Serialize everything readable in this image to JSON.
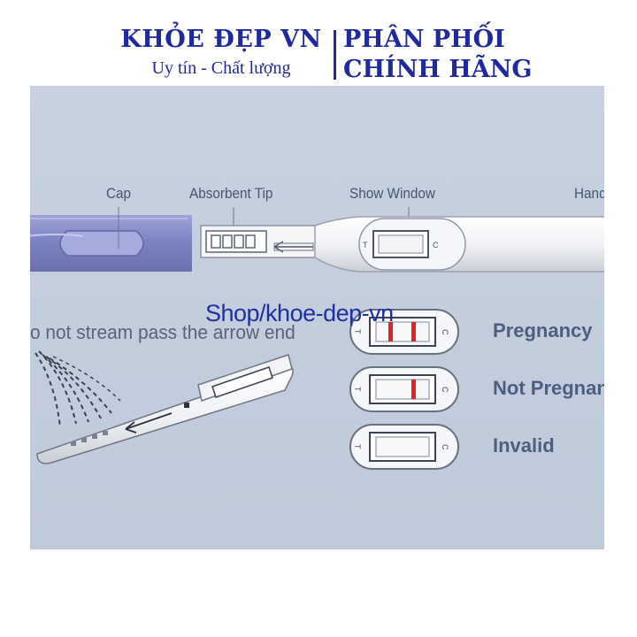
{
  "colors": {
    "brand": "#1e2a9e",
    "background": "#c3cedd",
    "cap": "#8288c2",
    "line_red": "#e02424",
    "label_text": "#46566e",
    "result_text": "#4c5f80",
    "watermark": "#1f2fa8"
  },
  "header": {
    "brand_name": "KHỎE ĐẸP VN",
    "tagline": "Uy tín - Chất lượng",
    "distribution_line1": "PHÂN PHỐI",
    "distribution_line2": "CHÍNH HÃNG"
  },
  "diagram": {
    "part_labels": {
      "cap": "Cap",
      "absorbent_tip": "Absorbent Tip",
      "show_window": "Show Window",
      "handle": "Hand"
    },
    "instruction": "o not stream pass the arrow end",
    "window_marks": {
      "test": "T",
      "control": "C"
    },
    "results": [
      {
        "label": "Pregnancy",
        "lines": [
          "T",
          "C"
        ]
      },
      {
        "label": "Not Pregnanc",
        "lines": [
          "C"
        ]
      },
      {
        "label": "Invalid",
        "lines": []
      }
    ],
    "watermark": "Shop/khoe-dep-vn"
  }
}
